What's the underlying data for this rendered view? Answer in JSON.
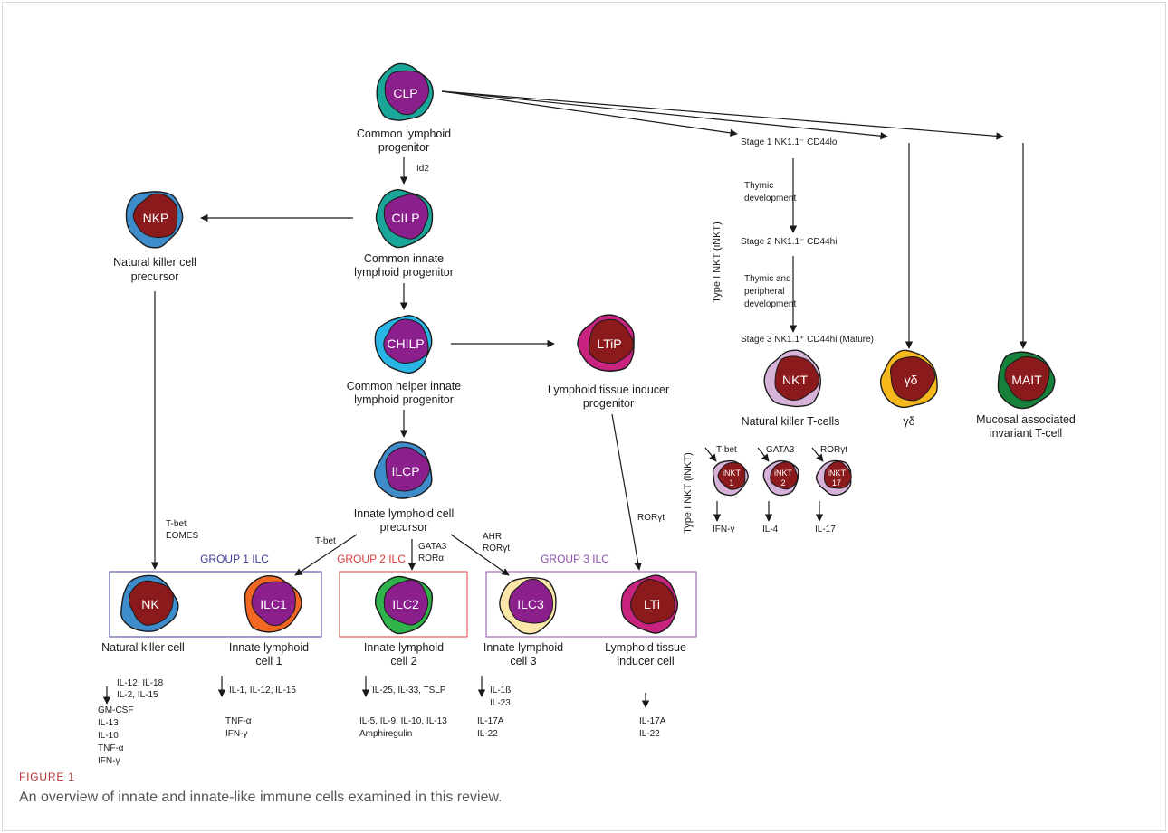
{
  "colors": {
    "nucleus": "#8b1a1c",
    "purple": "#8b1f8c",
    "blue": "#3f8ccb",
    "teal": "#1aa79a",
    "cyan": "#29b6e6",
    "magenta": "#c8237f",
    "orange": "#f26722",
    "green": "#2fb34a",
    "cream": "#fbe7a9",
    "lavender": "#d7b3da",
    "yellow": "#f7b81b",
    "darkgreen": "#15813a",
    "group1": "#3d3d9b",
    "group2": "#e03b3b",
    "group3": "#8b4fa8"
  },
  "cells": {
    "clp": {
      "label": "CLP",
      "name": [
        "Common lymphoid",
        "progenitor"
      ]
    },
    "cilp": {
      "label": "CILP",
      "name": [
        "Common innate",
        "lymphoid progenitor"
      ]
    },
    "nkp": {
      "label": "NKP",
      "name": [
        "Natural killer cell",
        "precursor"
      ]
    },
    "chilp": {
      "label": "CHILP",
      "name": [
        "Common helper innate",
        "lymphoid progenitor"
      ]
    },
    "ltip": {
      "label": "LTiP",
      "name": [
        "Lymphoid tissue inducer",
        "progenitor"
      ]
    },
    "ilcp": {
      "label": "ILCP",
      "name": [
        "Innate lymphoid cell",
        "precursor"
      ]
    },
    "nk": {
      "label": "NK",
      "name": [
        "Natural killer cell"
      ]
    },
    "ilc1": {
      "label": "ILC1",
      "name": [
        "Innate lymphoid",
        "cell 1"
      ]
    },
    "ilc2": {
      "label": "ILC2",
      "name": [
        "Innate lymphoid",
        "cell 2"
      ]
    },
    "ilc3": {
      "label": "ILC3",
      "name": [
        "Innate lymphoid",
        "cell 3"
      ]
    },
    "lti": {
      "label": "LTi",
      "name": [
        "Lymphoid tissue",
        "inducer cell"
      ]
    },
    "nkt": {
      "label": "NKT",
      "name": [
        "Natural killer T-cells"
      ]
    },
    "gd": {
      "label": "γδ",
      "name": [
        "γδ"
      ]
    },
    "mait": {
      "label": "MAIT",
      "name": [
        "Mucosal associated",
        "invariant T-cell"
      ]
    },
    "inkt1": {
      "label": [
        "iNKT",
        "1"
      ]
    },
    "inkt2": {
      "label": [
        "iNKT",
        "2"
      ]
    },
    "inkt17": {
      "label": [
        "iNKT",
        "17"
      ]
    }
  },
  "groups": {
    "group1": "GROUP 1 ILC",
    "group2": "GROUP 2 ILC",
    "group3": "GROUP 3 ILC"
  },
  "factors": {
    "id2": "Id2",
    "tbet_eomes": [
      "T-bet",
      "EOMES"
    ],
    "tbet": "T-bet",
    "gata3_rora": [
      "GATA3",
      "RORα"
    ],
    "ahr_roryt": [
      "AHR",
      "RORγt"
    ],
    "roryt": "RORγt",
    "inkt1": "T-bet",
    "inkt2": "GATA3",
    "inkt17": "RORγt"
  },
  "nkt_development": {
    "stage1": "Stage 1 NK1.1⁻ CD44lo",
    "thymic": [
      "Thymic",
      "development"
    ],
    "stage2": "Stage 2 NK1.1⁻ CD44hi",
    "thymic_peripheral": [
      "Thymic and",
      "peripheral",
      "development"
    ],
    "stage3": "Stage 3 NK1.1⁺ CD44hi (Mature)",
    "side_label": "Type I NKT (iNKT)"
  },
  "cytokines": {
    "nk_in": [
      "IL-12, IL-18",
      "IL-2, IL-15"
    ],
    "nk_out": [
      "GM-CSF",
      "IL-13",
      "IL-10",
      "TNF-α",
      "IFN-γ"
    ],
    "ilc1_in": [
      "IL-1, IL-12, IL-15"
    ],
    "ilc1_out": [
      "TNF-α",
      "IFN-γ"
    ],
    "ilc2_in": [
      "IL-25, IL-33, TSLP"
    ],
    "ilc2_out": [
      "IL-5, IL-9, IL-10, IL-13",
      "Amphiregulin"
    ],
    "ilc3_in": [
      "IL-1ß",
      "IL-23"
    ],
    "ilc3_out": [
      "IL-17A",
      "IL-22"
    ],
    "lti_out": [
      "IL-17A",
      "IL-22"
    ],
    "inkt1_out": "IFN-γ",
    "inkt2_out": "IL-4",
    "inkt17_out": "IL-17"
  },
  "caption": {
    "label": "FIGURE 1",
    "text": "An overview of innate and innate-like immune cells examined in this review."
  }
}
